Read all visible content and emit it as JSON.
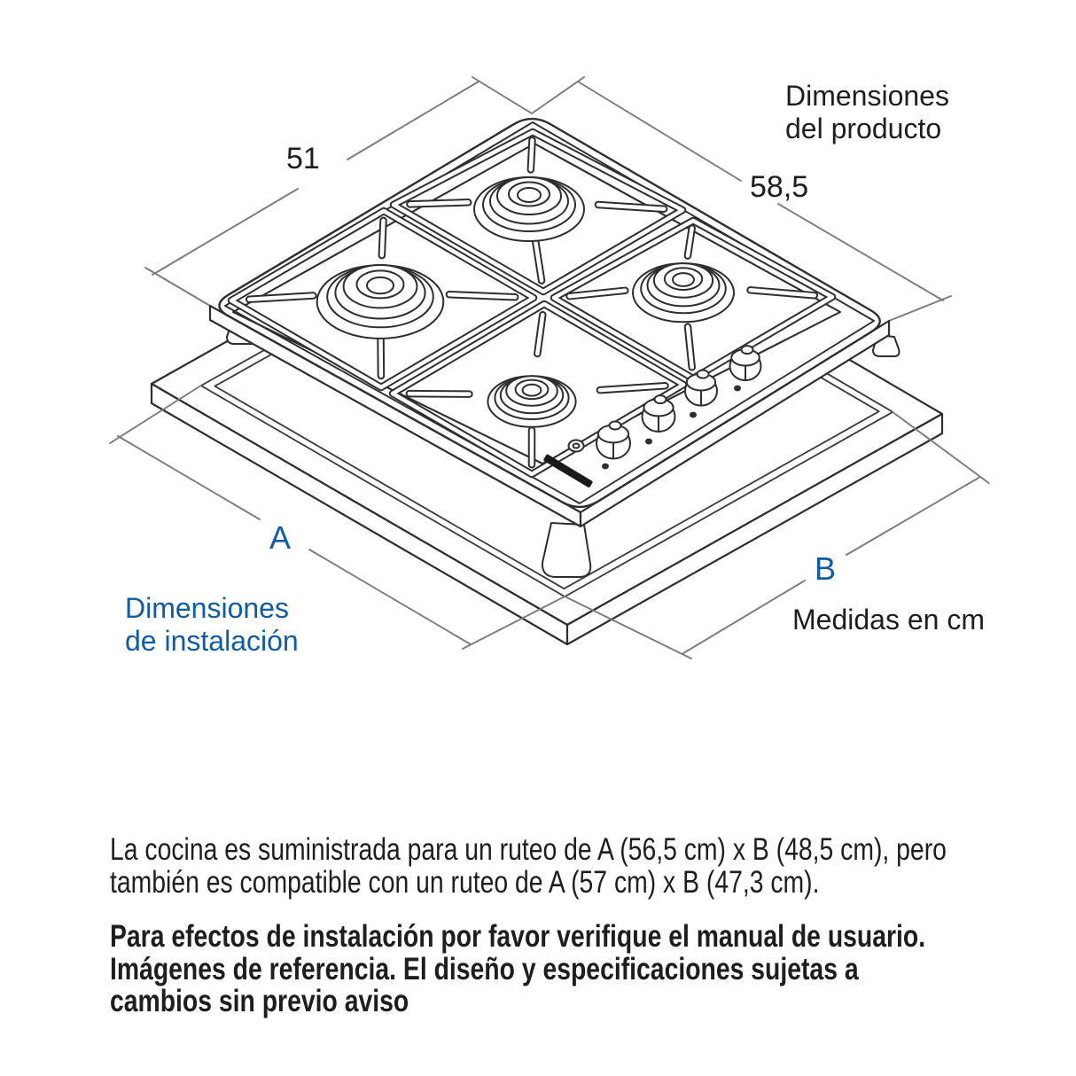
{
  "colors": {
    "accent_blue": "#0f5ba6",
    "ink": "#1e1e1e",
    "dimension_gray": "#7a7b7e"
  },
  "labels": {
    "product_dims": "Dimensiones\ndel producto",
    "product_width": "51",
    "product_depth": "58,5",
    "dim_a": "A",
    "dim_b": "B",
    "install_dims": "Dimensiones\nde instalación",
    "units": "Medidas en cm"
  },
  "notes": {
    "routing": "La cocina es suministrada para un ruteo de A (56,5 cm) x B (48,5 cm), pero\ntambién es compatible con un ruteo de A (57 cm) x B (47,3 cm).",
    "disclaimer": "Para efectos de instalación por favor verifique el manual de usuario.\nImágenes de referencia. El diseño y especificaciones sujetas a\ncambios sin previo aviso"
  }
}
